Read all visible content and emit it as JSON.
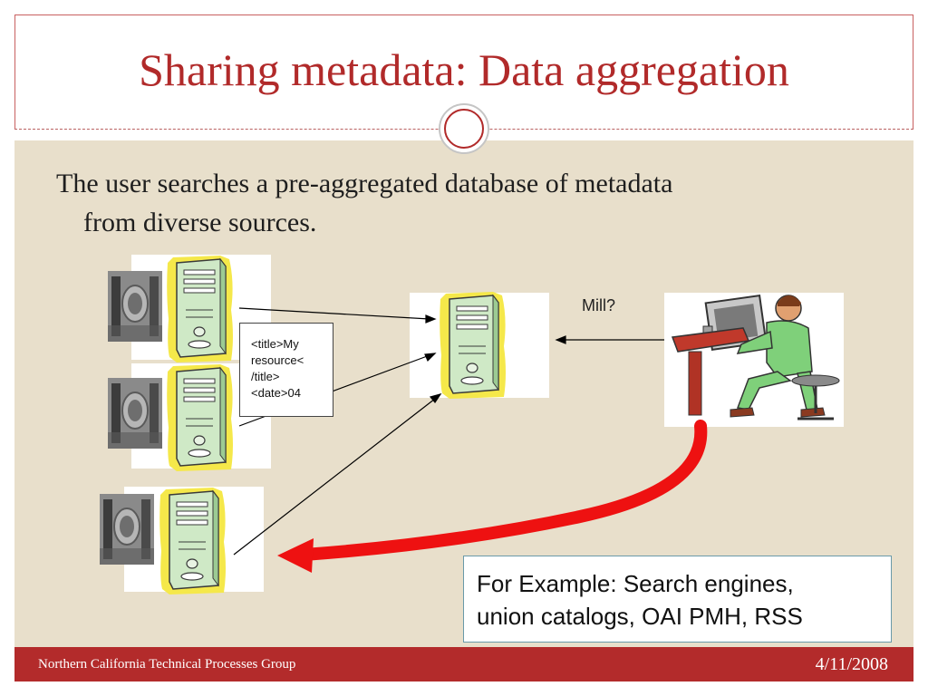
{
  "title": "Sharing metadata: Data aggregation",
  "body": {
    "line1": "The user searches a pre-aggregated database of metadata",
    "line2": "from diverse sources."
  },
  "note": {
    "line1": "<title>My",
    "line2": "resource<",
    "line3": "/title>",
    "line4": "<date>04"
  },
  "mill_label": "Mill?",
  "example": {
    "line1": "For Example: Search engines,",
    "line2": "union catalogs, OAI PMH, RSS"
  },
  "footer": {
    "left": "Northern California Technical Processes Group",
    "right": "4/11/2008"
  },
  "colors": {
    "accent": "#b12a2a",
    "content_bg": "#e8dfcb",
    "arrow_red": "#ee1111"
  }
}
